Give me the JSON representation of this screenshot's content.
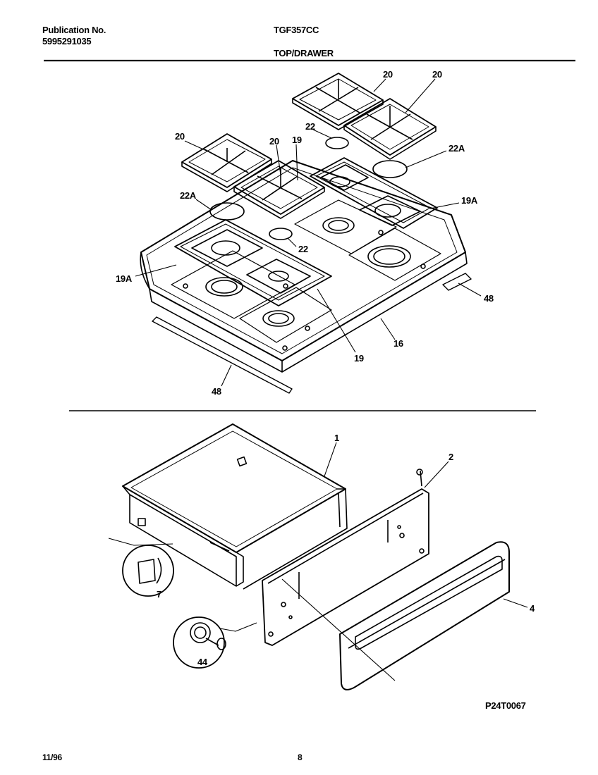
{
  "header": {
    "publication_label": "Publication No.",
    "publication_number": "5995291035",
    "model": "TGF357CC",
    "section": "TOP/DRAWER"
  },
  "footer": {
    "date": "11/96",
    "page": "8",
    "figure_code": "P24T0067"
  },
  "callouts": {
    "top": [
      "20",
      "20",
      "20",
      "20",
      "19",
      "22",
      "22A",
      "22A",
      "19A",
      "19A",
      "22",
      "48",
      "16",
      "19",
      "48"
    ],
    "bottom": [
      "1",
      "2",
      "4",
      "7",
      "44"
    ]
  }
}
